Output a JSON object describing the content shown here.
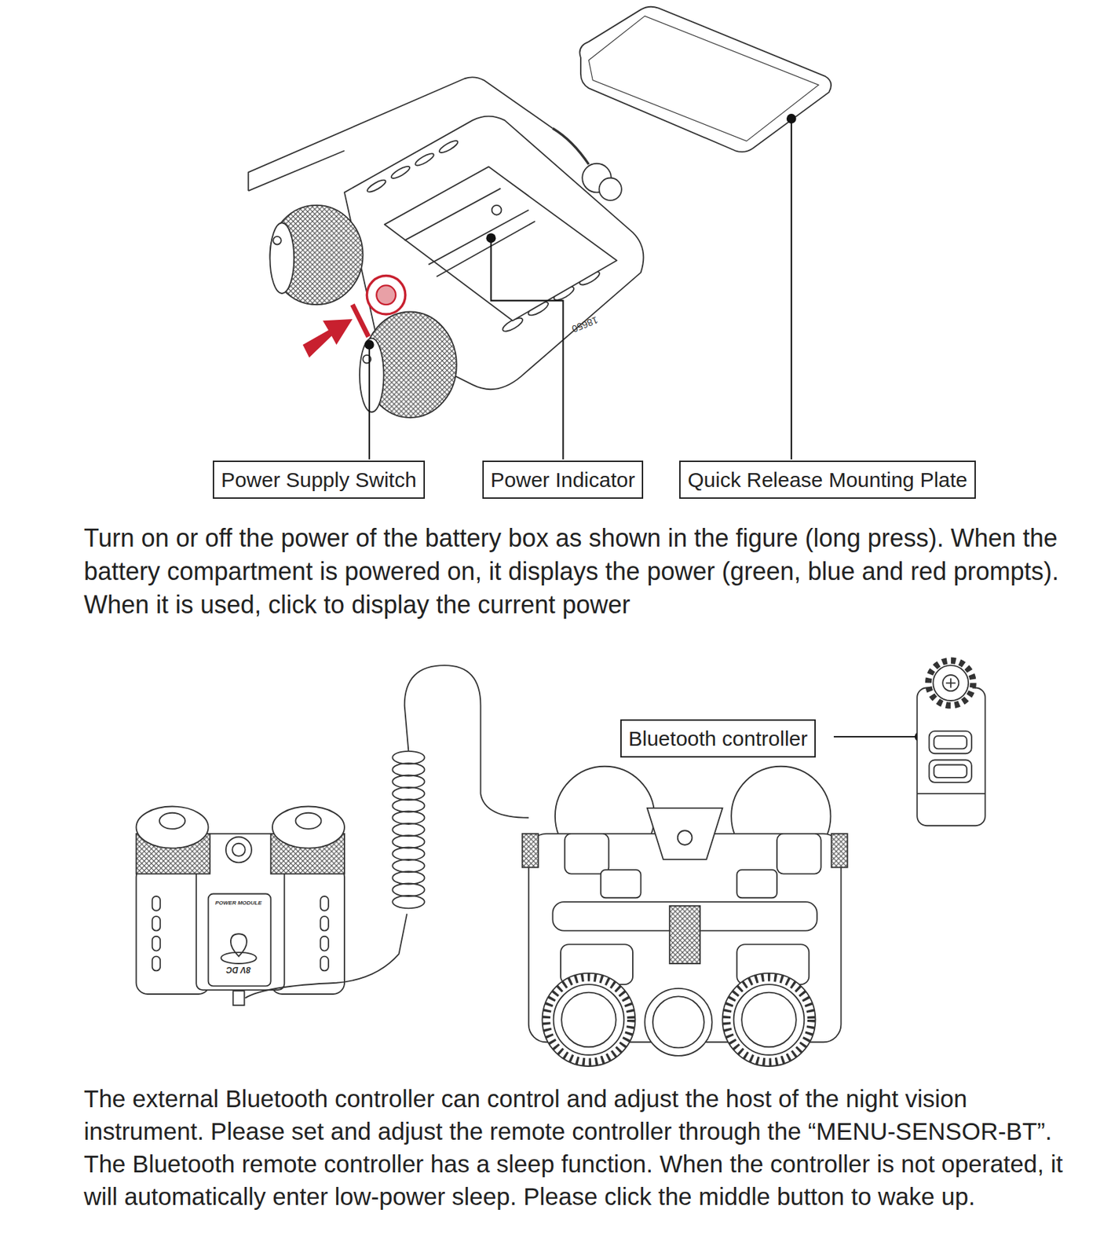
{
  "diagram": {
    "nodes": [
      {
        "text": [
          "Power Supply Switch"
        ]
      },
      {
        "text": [
          "Power Indicator"
        ]
      },
      {
        "text": [
          "Quick Release Mounting Plate"
        ]
      },
      {
        "text": [
          "Bluetooth controller"
        ]
      }
    ],
    "labels": [
      "18650",
      "Turn on or off the power of the battery box as shown in the figure (long press). When the battery compartment is powered on, it displays the power (green, blue and red prompts). When it is used, click to display the current power",
      "POWER MODULE",
      "8V DC",
      "The external Bluetooth controller can control and adjust the host of the night vision instrument. Please set and adjust the remote controller through the “MENU-SENSOR-BT”. The Bluetooth remote controller has a sleep function. When the controller is not operated, it will automatically enter low-power sleep. Please click the middle button to wake up."
    ]
  }
}
